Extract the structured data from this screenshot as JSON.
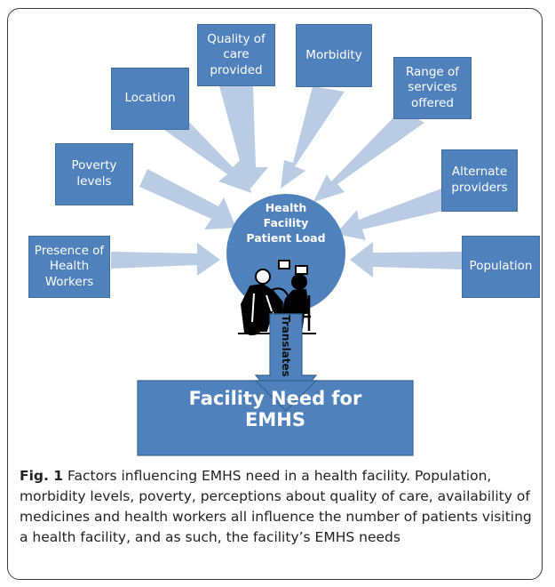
{
  "factors": {
    "quality": "Quality of\ncare\nprovided",
    "morbidity": "Morbidity",
    "location": "Location",
    "range": "Range of\nservices\noffered",
    "poverty": "Poverty\nlevels",
    "alternate": "Alternate\nproviders",
    "presence": "Presence of\nHealth\nWorkers",
    "population": "Population"
  },
  "center": {
    "label": "Health\nFacility\nPatient Load"
  },
  "connector": {
    "label": "Translates"
  },
  "outcome": {
    "label": "Facility  Need for EMHS"
  },
  "caption": {
    "fig": "Fig. 1",
    "text": "Factors influencing EMHS need in a health facility. Population, morbidity levels, poverty, perceptions about quality of care, availability of medicines and health workers all influence the number of patients visiting a health facility, and as such, the facility’s EMHS needs"
  },
  "colors": {
    "box": "#4f81bd",
    "arrow": "#b9cce4",
    "circle": "#4f81bd"
  }
}
